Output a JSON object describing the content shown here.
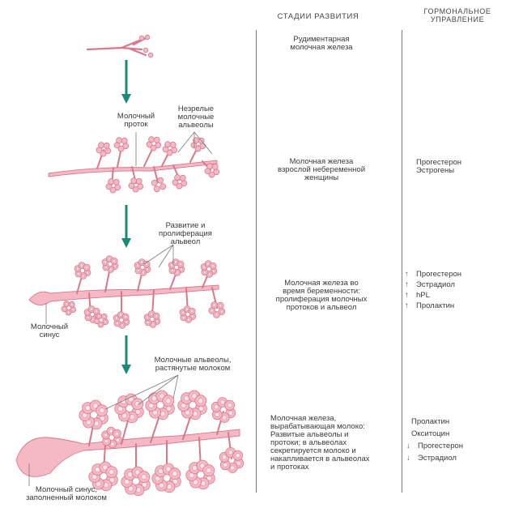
{
  "headers": {
    "stages": "СТАДИИ РАЗВИТИЯ",
    "hormonal": "ГОРМОНАЛЬНОЕ\nУПРАВЛЕНИЕ"
  },
  "labels": {
    "duct": "Молочный\nпроток",
    "immature_alveoli": "Незрелые\nмолочные\nальвеолы",
    "development": "Развитие и\nпролиферация\nальвеол",
    "sinus": "Молочный\nсинус",
    "stretched_alveoli": "Молочные альвеолы,\nрастянутые молоком",
    "filled_sinus": "Молочный синус,\nзаполненный молоком"
  },
  "stages": [
    {
      "description": "Рудиментарная\nмолочная железа",
      "hormones": []
    },
    {
      "description": "Молочная железа\nвзрослой небеременной\nженщины",
      "hormones": [
        {
          "name": "Прогестерон",
          "arrow": ""
        },
        {
          "name": "Эстрогены",
          "arrow": ""
        }
      ]
    },
    {
      "description": "Молочная железа во\nвремя беременности:\nпролиферация молочных\nпротоков и альвеол",
      "hormones": [
        {
          "name": "Прогестерон",
          "arrow": "↑"
        },
        {
          "name": "Эстрадиол",
          "arrow": "↑"
        },
        {
          "name": "hPL",
          "arrow": "↑"
        },
        {
          "name": "Пролактин",
          "arrow": "↑"
        }
      ]
    },
    {
      "description": "Молочная железа,\nвырабатывающая молоко:\nРазвитые альвеолы и\nпротоки; в альвеолах\nсекретируется молоко и\nнакапливается в альвеолах\nи протоках",
      "hormones": [
        {
          "name": "Пролактин",
          "arrow": ""
        },
        {
          "name": "Окситоцин",
          "arrow": ""
        },
        {
          "name": "Прогестерон",
          "arrow": "↓"
        },
        {
          "name": "Эстрадиол",
          "arrow": "↓"
        }
      ]
    }
  ],
  "colors": {
    "tissue_fill": "#f4b9c4",
    "tissue_stroke": "#d9788b",
    "arrow": "#1a8a78",
    "line": "#7a7a7a"
  }
}
